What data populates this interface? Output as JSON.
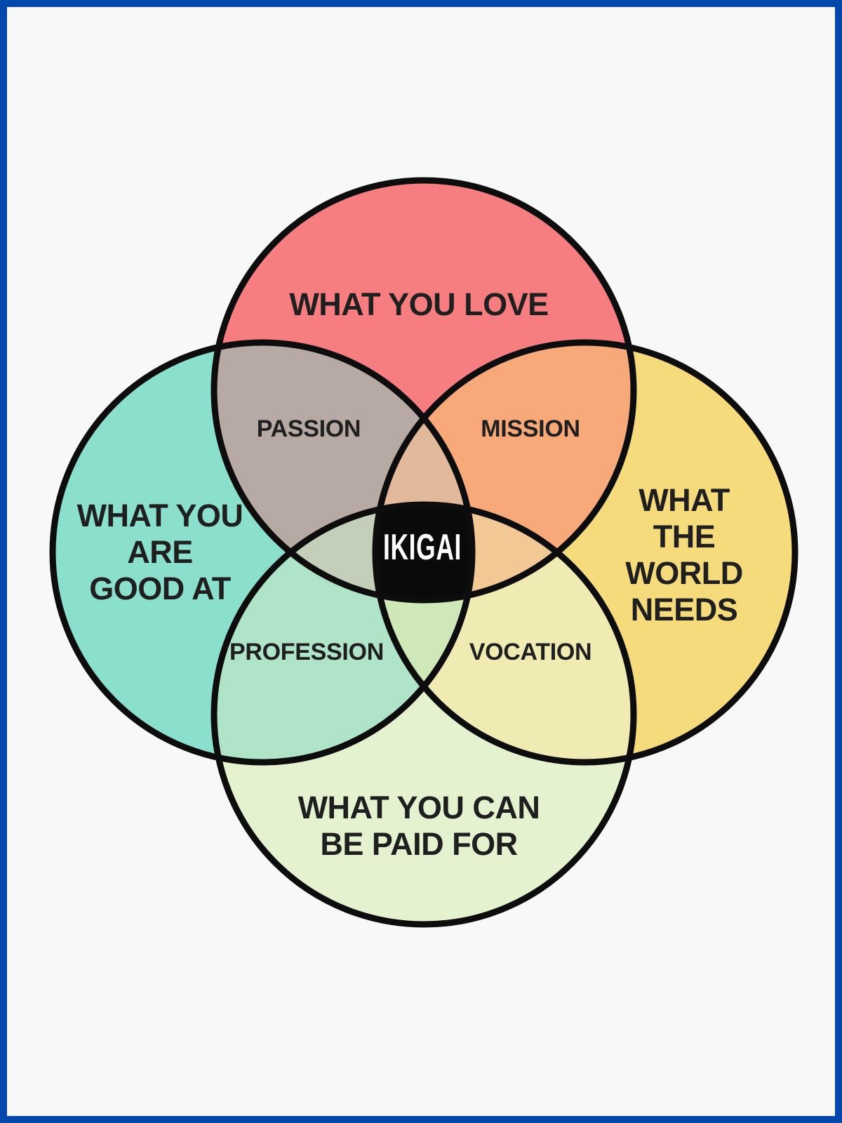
{
  "page": {
    "background_color": "#f8f8f8",
    "frame_border_color": "#0447ad"
  },
  "diagram": {
    "outline_color": "#0d0d0d",
    "circles": {
      "top": {
        "label": "WHAT YOU LOVE",
        "color": "#f67e80"
      },
      "left": {
        "lines": [
          "WHAT YOU",
          "ARE",
          "GOOD AT"
        ],
        "color": "#8ae0cd"
      },
      "right": {
        "lines": [
          "WHAT",
          "THE",
          "WORLD",
          "NEEDS"
        ],
        "color": "#f6db7d"
      },
      "bottom": {
        "lines": [
          "WHAT YOU CAN",
          "BE PAID FOR"
        ],
        "color": "#e4f2cf"
      }
    },
    "intersections": {
      "passion": {
        "label": "PASSION",
        "color": "#b7a9a4"
      },
      "mission": {
        "label": "MISSION",
        "color": "#f8a97a"
      },
      "profession": {
        "label": "PROFESSION",
        "color": "#afe4c9"
      },
      "vocation": {
        "label": "VOCATION",
        "color": "#efebb3"
      },
      "love_good_world": {
        "color": "#e2b99b"
      },
      "love_good_paid": {
        "color": "#c3cfb9"
      },
      "love_world_paid": {
        "color": "#f2c995"
      },
      "good_world_paid": {
        "color": "#cfe8b8"
      },
      "center": {
        "label": "IKIGAI",
        "color": "#0a0a0a",
        "text_color": "#ffffff"
      }
    }
  }
}
